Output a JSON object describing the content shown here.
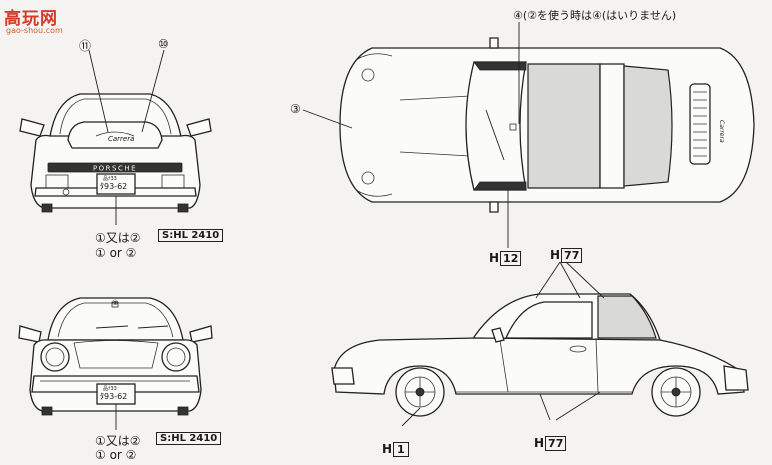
{
  "watermark": {
    "title": "高玩网",
    "url": "gao-shou.com"
  },
  "callouts": {
    "c11": "⑪",
    "c10": "⑩",
    "c3": "③",
    "c4_note": "④(②を使う時は④(はいりません)"
  },
  "rear_view": {
    "plate_top": "品ﾅ33",
    "plate_num": "ﾀ93-62",
    "label_ja": "①又は②",
    "label_en": "① or ②",
    "part_code": "S:HL 2410"
  },
  "front_view": {
    "plate_top": "品ﾅ33",
    "plate_num": "ﾀ93-62",
    "label_ja": "①又は②",
    "label_en": "① or ②",
    "part_code": "S:HL 2410",
    "hood_mark": "③"
  },
  "top_view": {
    "code_windshield": "H",
    "code_windshield_num": "12",
    "code_roof": "H",
    "code_roof_num": "77"
  },
  "side_view": {
    "code_sill_h": "H",
    "code_sill_num": "77",
    "code_wheel_h": "H",
    "code_wheel_num": "1"
  }
}
